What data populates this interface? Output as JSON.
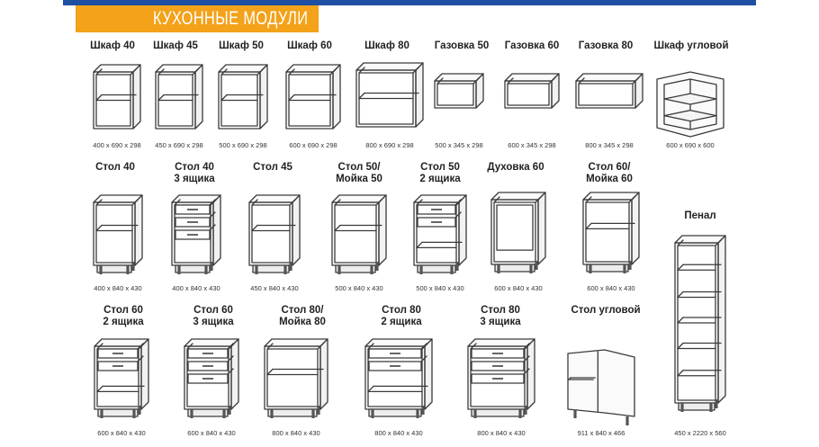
{
  "header": {
    "title": "КУХОННЫЕ МОДУЛИ",
    "accent_color": "#f3a21a",
    "bar_color": "#1e4fa3"
  },
  "modules": [
    {
      "name": "Шкаф 40",
      "dims": "400 x 690 x 298"
    },
    {
      "name": "Шкаф 45",
      "dims": "450 x 690 x 298"
    },
    {
      "name": "Шкаф 50",
      "dims": "500 x 690 x 298"
    },
    {
      "name": "Шкаф 60",
      "dims": "600 x 690 x 298"
    },
    {
      "name": "Шкаф 80",
      "dims": "800 x 690 x 298"
    },
    {
      "name": "Газовка 50",
      "dims": "500 x 345 x 298"
    },
    {
      "name": "Газовка 60",
      "dims": "600 x 345 x 298"
    },
    {
      "name": "Газовка 80",
      "dims": "800 x 345 x 298"
    },
    {
      "name": "Шкаф угловой",
      "dims": "600 x 690 x 600"
    },
    {
      "name": "Стол 40",
      "dims": "400 x 840 x 430"
    },
    {
      "name": "Стол 40\n3 ящика",
      "dims": "400 x 840 x 430"
    },
    {
      "name": "Стол 45",
      "dims": "450 x 840 x 430"
    },
    {
      "name": "Стол 50/\nМойка 50",
      "dims": "500 x 840 x 430"
    },
    {
      "name": "Стол 50\n2 ящика",
      "dims": "500 x 840 x 430"
    },
    {
      "name": "Духовка 60",
      "dims": "600 x 840 x 430"
    },
    {
      "name": "Стол 60/\nМойка 60",
      "dims": "600 x 840 x 430"
    },
    {
      "name": "Пенал",
      "dims": "450 x 2220 x 560"
    },
    {
      "name": "Стол 60\n2 ящика",
      "dims": "600 x 840 x 430"
    },
    {
      "name": "Стол 60\n3 ящика",
      "dims": "600 x 840 x 430"
    },
    {
      "name": "Стол 80/\nМойка 80",
      "dims": "800 x 840 x 430"
    },
    {
      "name": "Стол 80\n2 ящика",
      "dims": "800 x 840 x 430"
    },
    {
      "name": "Стол 80\n3 ящика",
      "dims": "800 x 840 x 430"
    },
    {
      "name": "Стол угловой",
      "dims": "911 x 840 x 466"
    }
  ]
}
